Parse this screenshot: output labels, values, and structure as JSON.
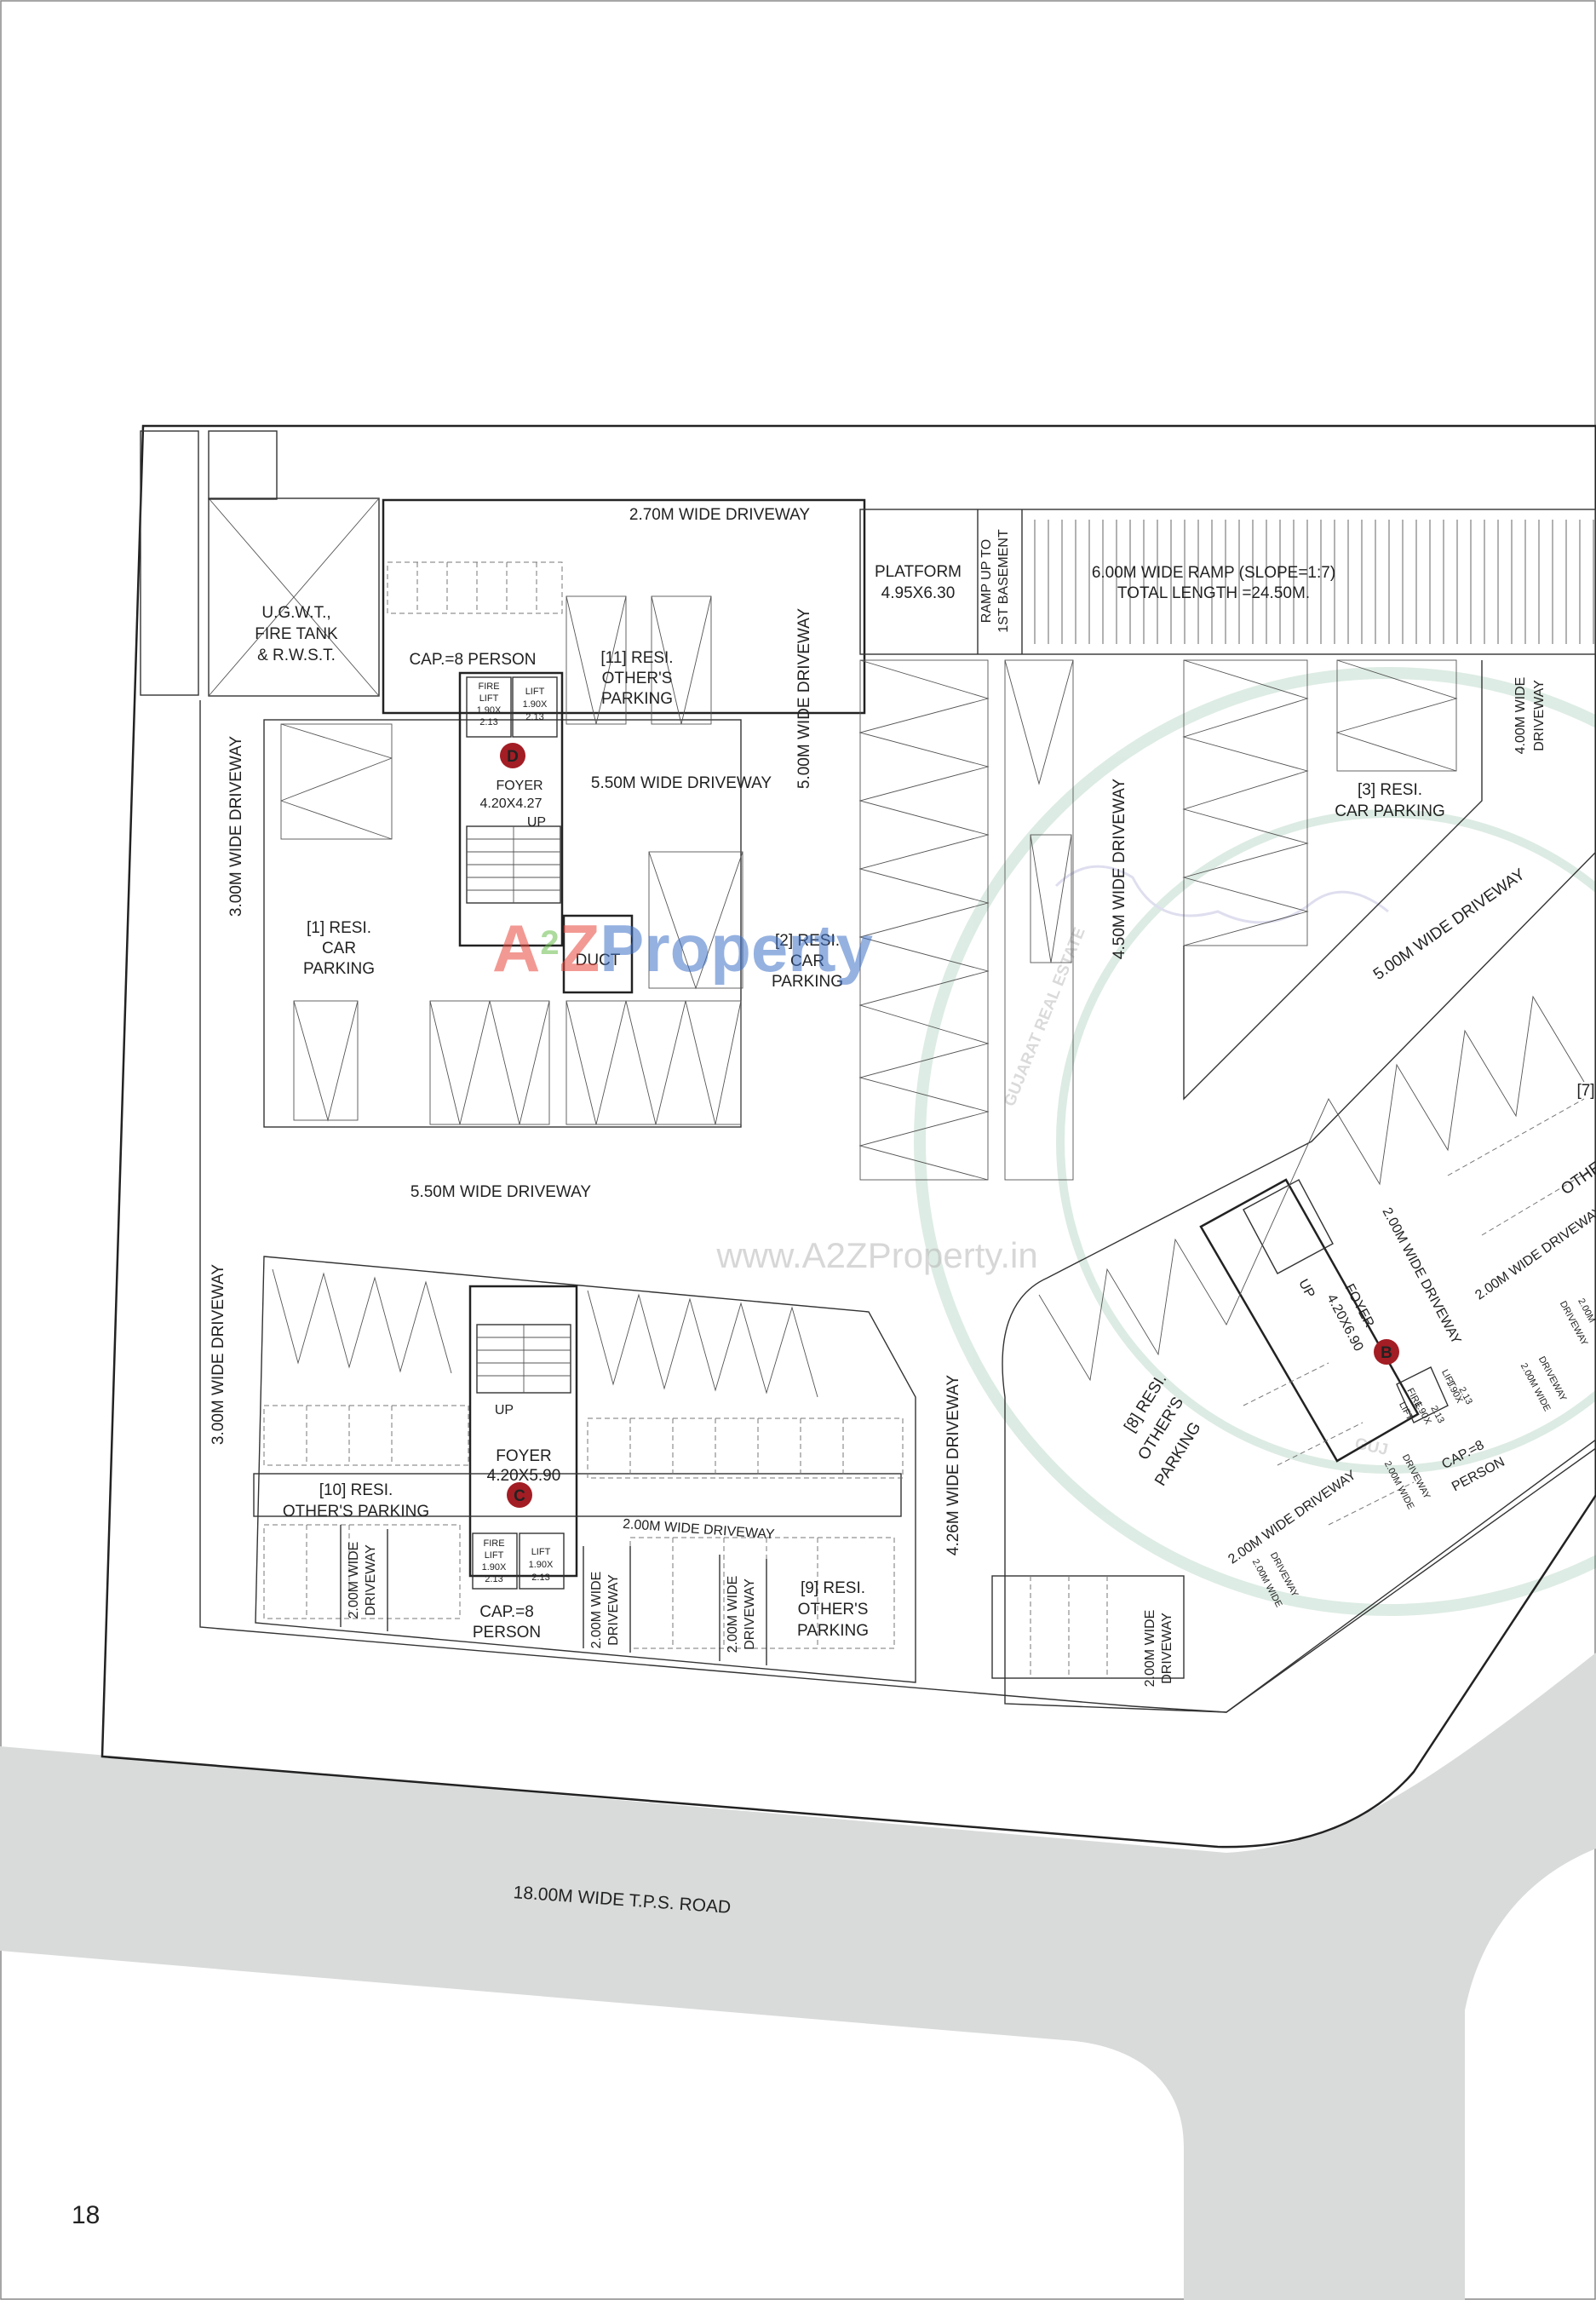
{
  "page_number": "18",
  "road": "18.00M WIDE T.P.S. ROAD",
  "watermark": {
    "brand_a": "A",
    "brand_2": "2",
    "brand_z": "Z",
    "brand_rest": "Property",
    "url": "www.A2ZProperty.in",
    "stamp_text": "GUJ",
    "stamp_arc": "GUJARAT REAL ESTATE"
  },
  "colors": {
    "marker": "#a31d24",
    "road": "#d9dada",
    "stamp": "#2e8b57",
    "brand_red": "#e8463c",
    "brand_blue": "#3f72c8",
    "brand_green": "#6bbf4e",
    "brand_yellow": "#f2c230"
  },
  "labels": {
    "driveway_270": "2.70M WIDE DRIVEWAY",
    "driveway_500_v": "5.00M WIDE DRIVEWAY",
    "driveway_550_top": "5.50M WIDE DRIVEWAY",
    "driveway_550_mid": "5.50M WIDE DRIVEWAY",
    "driveway_300_a": "3.00M WIDE DRIVEWAY",
    "driveway_300_b": "3.00M WIDE DRIVEWAY",
    "driveway_450": "4.50M WIDE DRIVEWAY",
    "driveway_400_l1": "4.00M WIDE",
    "driveway_400_l2": "DRIVEWAY",
    "driveway_500_diag": "5.00M WIDE DRIVEWAY",
    "driveway_426": "4.26M WIDE DRIVEWAY",
    "driveway_200_c": "2.00M WIDE DRIVEWAY",
    "driveway_200_b1": "2.00M WIDE DRIVEWAY",
    "driveway_200_b2": "2.00M WIDE DRIVEWAY",
    "driveway_200_d": "2.00M WIDE DRIVEWAY",
    "driveway_200_s1_l1": "2.00M WIDE",
    "driveway_200_s1_l2": "DRIVEWAY",
    "driveway_200_s2_l1": "2.00M WIDE",
    "driveway_200_s2_l2": "DRIVEWAY",
    "driveway_200_s3_l1": "2.00M WIDE",
    "driveway_200_s3_l2": "DRIVEWAY",
    "driveway_200_s4_l1": "2.00M WIDE",
    "driveway_200_s4_l2": "DRIVEWAY",
    "driveway_200_s5_l1": "2.00M WIDE",
    "driveway_200_s5_l2": "DRIVEWAY",
    "driveway_200_s6_l1": "2.00M WIDE",
    "driveway_200_s6_l2": "DRIVEWAY",
    "driveway_200_s7_l1": "2.00M WIDE",
    "driveway_200_s7_l2": "DRIVEWAY",
    "driveway_200_s8_l1": "2.00M",
    "driveway_200_s8_l2": "DRIVEWAY",
    "ugwt_l1": "U.G.W.T.,",
    "ugwt_l2": "FIRE TANK",
    "ugwt_l3": "& R.W.S.T.",
    "platform_l1": "PLATFORM",
    "platform_l2": "4.95X6.30",
    "ramp_up_l1": "RAMP UP TO",
    "ramp_up_l2": "1ST BASEMENT",
    "ramp_l1": "6.00M WIDE RAMP (SLOPE=1:7)",
    "ramp_l2": "TOTAL LENGTH =24.50M.",
    "cap_d": "CAP.=8 PERSON",
    "p11_l1": "[11] RESI.",
    "p11_l2": "OTHER'S",
    "p11_l3": "PARKING",
    "firelift_d_l1": "FIRE",
    "firelift_d_l2": "LIFT",
    "firelift_d_l3": "1.90X",
    "firelift_d_l4": "2.13",
    "lift_d_l1": "LIFT",
    "lift_d_l2": "1.90X",
    "lift_d_l3": "2.13",
    "marker_d": "D",
    "foyer_d_l1": "FOYER",
    "foyer_d_l2": "4.20X4.27",
    "up_d": "UP",
    "p1_l1": "[1] RESI.",
    "p1_l2": "CAR",
    "p1_l3": "PARKING",
    "duct": "DUCT",
    "p2_l1": "[2] RESI.",
    "p2_l2": "CAR",
    "p2_l3": "PARKING",
    "p3_l1": "[3] RESI.",
    "p3_l2": "CAR PARKING",
    "p7_l1": "[7]",
    "p7_l2": "OTHE",
    "foyer_b_l1": "FOYER",
    "foyer_b_l2": "4.20X6.90",
    "marker_b": "B",
    "up_b": "UP",
    "firelift_b_l1": "FIRE",
    "firelift_b_l2": "LIFT",
    "firelift_b_l3": "1.90X",
    "firelift_b_l4": "2.13",
    "lift_b_l1": "LIFT",
    "lift_b_l2": "1.90X",
    "lift_b_l3": "2.13",
    "cap_b_l1": "CAP.=8",
    "cap_b_l2": "PERSON",
    "p8_l1": "[8] RESI.",
    "p8_l2": "OTHER'S",
    "p8_l3": "PARKING",
    "up_c": "UP",
    "foyer_c_l1": "FOYER",
    "foyer_c_l2": "4.20X5.90",
    "marker_c": "C",
    "p10_l1": "[10] RESI.",
    "p10_l2": "OTHER'S PARKING",
    "firelift_c_l1": "FIRE",
    "firelift_c_l2": "LIFT",
    "firelift_c_l3": "1.90X",
    "firelift_c_l4": "2.13",
    "lift_c_l1": "LIFT",
    "lift_c_l2": "1.90X",
    "lift_c_l3": "2.13",
    "cap_c_l1": "CAP.=8",
    "cap_c_l2": "PERSON",
    "p9_l1": "[9] RESI.",
    "p9_l2": "OTHER'S",
    "p9_l3": "PARKING"
  }
}
